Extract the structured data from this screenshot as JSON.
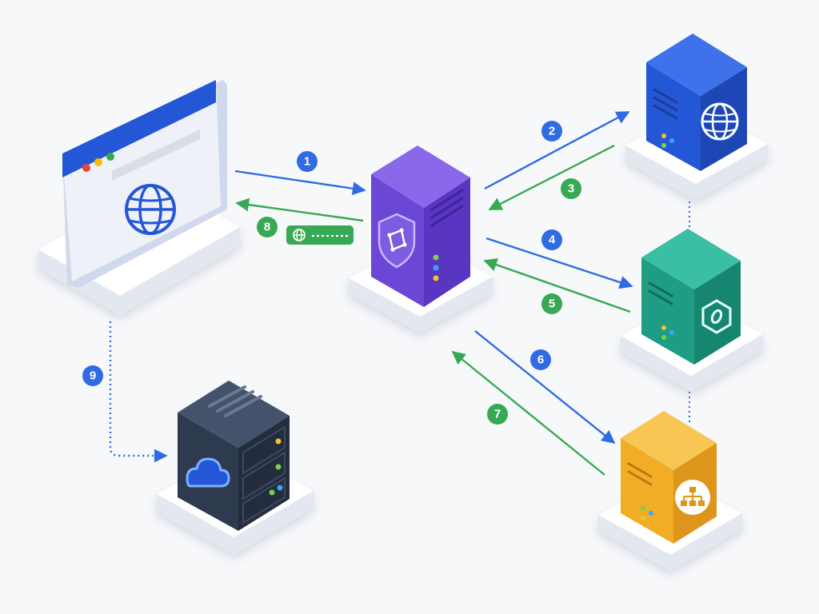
{
  "colors": {
    "request_arrow": "#2f6be3",
    "response_arrow": "#37a853",
    "background": "#f7f8fa",
    "proxy_server": "#6b47d6",
    "web_server": "#2457d6",
    "security_server": "#1f9c84",
    "load_balancer_server": "#f2ad27",
    "cloud_server": "#2e3a4d",
    "browser_titlebar": "#2457d6"
  },
  "nodes": {
    "browser": {
      "icon": "globe-icon",
      "dots": [
        "#e94335",
        "#fbbc05",
        "#34a853"
      ]
    },
    "proxy_server": {
      "icon": "shield-icon",
      "leds": [
        "#7ad14b",
        "#3aa3ff",
        "#f2c230"
      ]
    },
    "web_server": {
      "icon": "globe-icon",
      "leds": [
        "#f2c230",
        "#3aa3ff",
        "#7ad14b"
      ]
    },
    "security_server": {
      "icon": "hexagon-nut-icon",
      "leds": [
        "#f2c230",
        "#3aa3ff",
        "#7ad14b"
      ]
    },
    "load_balancer_server": {
      "icon": "hierarchy-icon",
      "leds": [
        "#7ad14b",
        "#3aa3ff",
        "#f2c230"
      ]
    },
    "cloud_server": {
      "icon": "cloud-icon",
      "leds": [
        "#f2c230",
        "#7ad14b",
        "#3aa3ff"
      ]
    }
  },
  "steps": [
    {
      "label": "1",
      "type": "request"
    },
    {
      "label": "2",
      "type": "request"
    },
    {
      "label": "3",
      "type": "response"
    },
    {
      "label": "4",
      "type": "request"
    },
    {
      "label": "5",
      "type": "response"
    },
    {
      "label": "6",
      "type": "request"
    },
    {
      "label": "7",
      "type": "response"
    },
    {
      "label": "8",
      "type": "response"
    },
    {
      "label": "9",
      "type": "request"
    }
  ],
  "response_payload": {
    "icon": "globe-icon"
  }
}
